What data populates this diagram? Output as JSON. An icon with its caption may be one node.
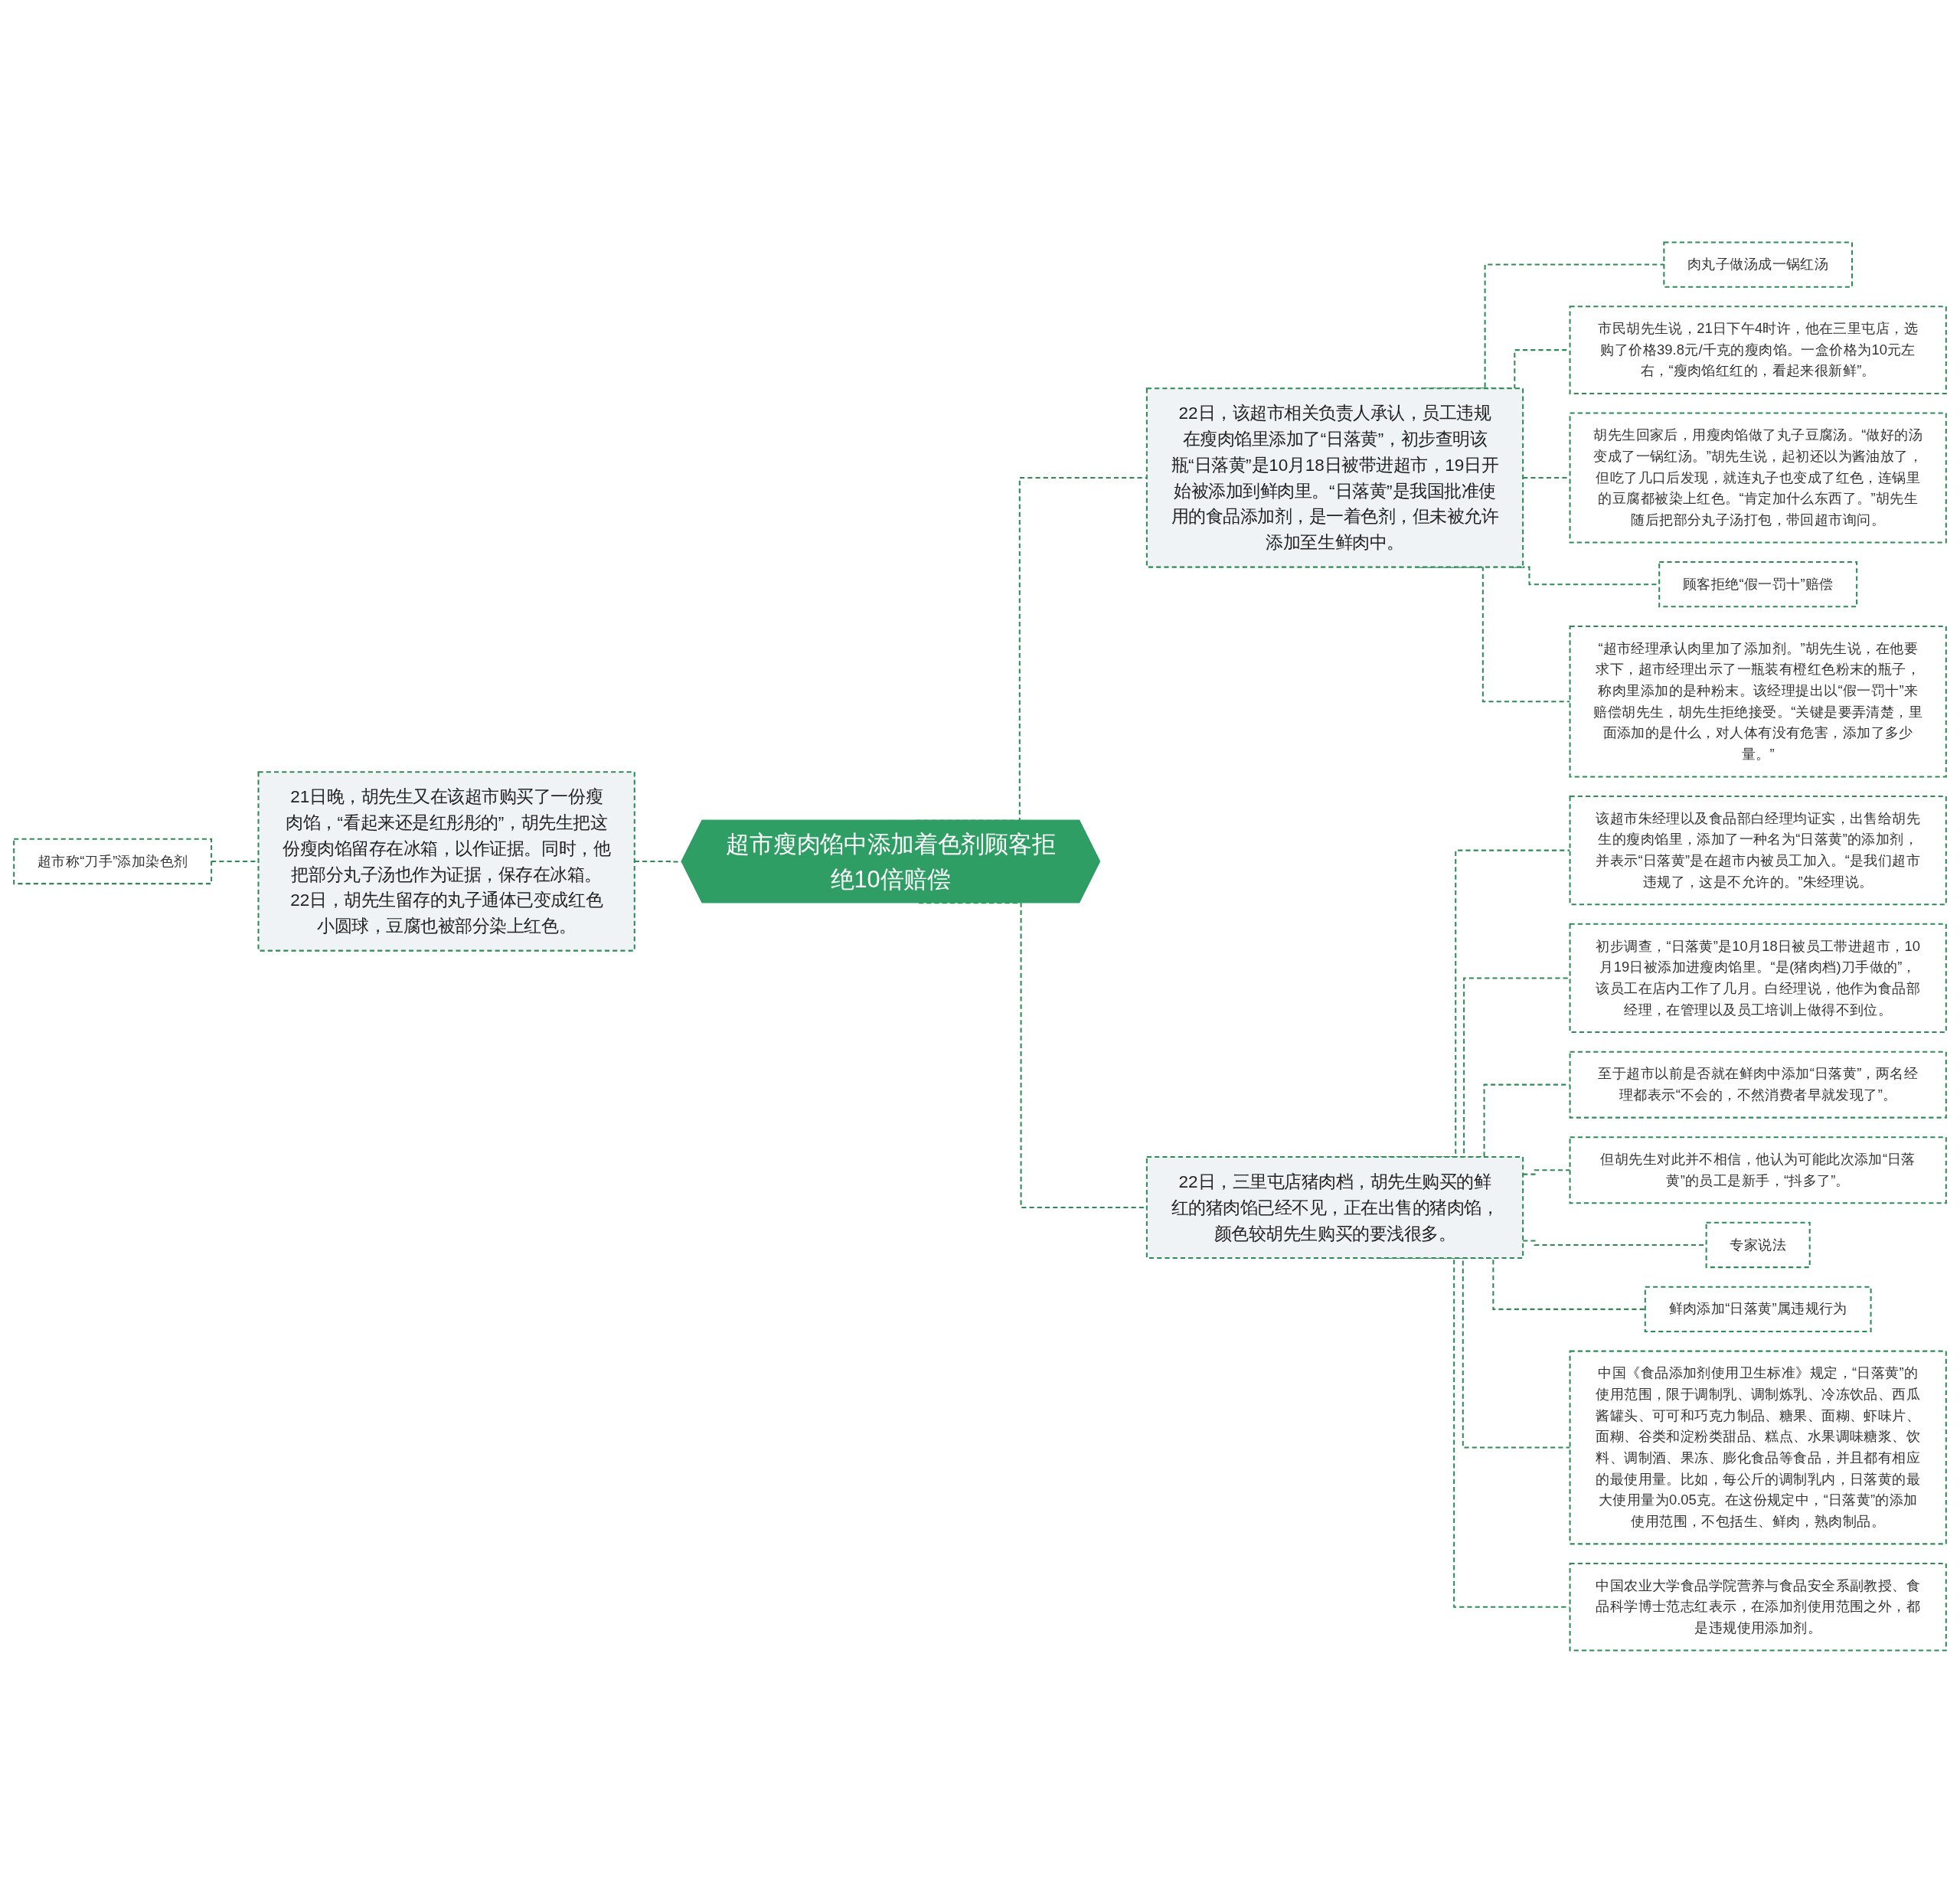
{
  "diagram": {
    "nodes": [
      {
        "text": [
          "超市称“刀手”添加染色剂"
        ]
      },
      {
        "text": [
          "21日晚，胡先生又在该超市购买了一份瘦肉馅，“看起来还是红彤彤的”，胡先生把这份瘦肉馅留存在冰箱，以作证据。同时，他把部分丸子汤也作为证据，保存在冰箱。22日，胡先生留存的丸子通体已变成红色小圆球，豆腐也被部分染上红色。"
        ]
      },
      {
        "text": [
          "超市瘦肉馅中添加着色剂顾客拒绝10倍赔偿"
        ]
      },
      {
        "text": [
          "22日，该超市相关负责人承认，员工违规在瘦肉馅里添加了“日落黄”，初步查明该瓶“日落黄”是10月18日被带进超市，19日开始被添加到鲜肉里。“日落黄”是我国批准使用的食品添加剂，是一着色剂，但未被允许添加至生鲜肉中。"
        ]
      },
      {
        "text": [
          "肉丸子做汤成一锅红汤"
        ]
      },
      {
        "text": [
          "市民胡先生说，21日下午4时许，他在三里屯店，选购了价格39.8元/千克的瘦肉馅。一盒价格为10元左右，“瘦肉馅红红的，看起来很新鲜”。"
        ]
      },
      {
        "text": [
          "胡先生回家后，用瘦肉馅做了丸子豆腐汤。“做好的汤变成了一锅红汤。”胡先生说，起初还以为酱油放了，但吃了几口后发现，就连丸子也变成了红色，连锅里的豆腐都被染上红色。“肯定加什么东西了。”胡先生随后把部分丸子汤打包，带回超市询问。"
        ]
      },
      {
        "text": [
          "顾客拒绝“假一罚十”赔偿"
        ]
      },
      {
        "text": [
          "“超市经理承认肉里加了添加剂。”胡先生说，在他要求下，超市经理出示了一瓶装有橙红色粉末的瓶子，称肉里添加的是种粉末。该经理提出以“假一罚十”来赔偿胡先生，胡先生拒绝接受。“关键是要弄清楚，里面添加的是什么，对人体有没有危害，添加了多少量。”"
        ]
      },
      {
        "text": [
          "22日，三里屯店猪肉档，胡先生购买的鲜红的猪肉馅已经不见，正在出售的猪肉馅，颜色较胡先生购买的要浅很多。"
        ]
      },
      {
        "text": [
          "该超市朱经理以及食品部白经理均证实，出售给胡先生的瘦肉馅里，添加了一种名为“日落黄”的添加剂，并表示“日落黄”是在超市内被员工加入。“是我们超市违规了，这是不允许的。”朱经理说。"
        ]
      },
      {
        "text": [
          "初步调查，“日落黄”是10月18日被员工带进超市，10月19日被添加进瘦肉馅里。“是(猪肉档)刀手做的”，该员工在店内工作了几月。白经理说，他作为食品部经理，在管理以及员工培训上做得不到位。"
        ]
      },
      {
        "text": [
          "至于超市以前是否就在鲜肉中添加“日落黄”，两名经理都表示“不会的，不然消费者早就发现了”。"
        ]
      },
      {
        "text": [
          "但胡先生对此并不相信，他认为可能此次添加“日落黄”的员工是新手，“抖多了”。"
        ]
      },
      {
        "text": [
          "专家说法"
        ]
      },
      {
        "text": [
          "鲜肉添加“日落黄”属违规行为"
        ]
      },
      {
        "text": [
          "中国《食品添加剂使用卫生标准》规定，“日落黄”的使用范围，限于调制乳、调制炼乳、冷冻饮品、西瓜酱罐头、可可和巧克力制品、糖果、面糊、虾味片、面糊、谷类和淀粉类甜品、糕点、水果调味糖浆、饮料、调制酒、果冻、膨化食品等食品，并且都有相应的最使用量。比如，每公斤的调制乳内，日落黄的最大使用量为0.05克。在这份规定中，“日落黄”的添加使用范围，不包括生、鲜肉，熟肉制品。"
        ]
      },
      {
        "text": [
          "中国农业大学食品学院营养与食品安全系副教授、食品科学博士范志红表示，在添加剂使用范围之外，都是违规使用添加剂。"
        ]
      }
    ],
    "edges": [
      {
        "from": 0,
        "to": 1,
        "arrow": "none",
        "style": "dashed"
      },
      {
        "from": 1,
        "to": 2,
        "arrow": "none",
        "style": "dashed"
      },
      {
        "from": 2,
        "to": 3,
        "arrow": "none",
        "style": "dashed"
      },
      {
        "from": 2,
        "to": 9,
        "arrow": "none",
        "style": "dashed"
      },
      {
        "from": 3,
        "to": 4,
        "arrow": "none",
        "style": "dashed"
      },
      {
        "from": 3,
        "to": 5,
        "arrow": "none",
        "style": "dashed"
      },
      {
        "from": 3,
        "to": 6,
        "arrow": "none",
        "style": "dashed"
      },
      {
        "from": 3,
        "to": 7,
        "arrow": "none",
        "style": "dashed"
      },
      {
        "from": 3,
        "to": 8,
        "arrow": "none",
        "style": "dashed"
      },
      {
        "from": 9,
        "to": 10,
        "arrow": "none",
        "style": "dashed"
      },
      {
        "from": 9,
        "to": 11,
        "arrow": "none",
        "style": "dashed"
      },
      {
        "from": 9,
        "to": 12,
        "arrow": "none",
        "style": "dashed"
      },
      {
        "from": 9,
        "to": 13,
        "arrow": "none",
        "style": "dashed"
      },
      {
        "from": 9,
        "to": 14,
        "arrow": "none",
        "style": "dashed"
      },
      {
        "from": 9,
        "to": 15,
        "arrow": "none",
        "style": "dashed"
      },
      {
        "from": 9,
        "to": 16,
        "arrow": "none",
        "style": "dashed"
      },
      {
        "from": 9,
        "to": 17,
        "arrow": "none",
        "style": "dashed"
      }
    ]
  }
}
